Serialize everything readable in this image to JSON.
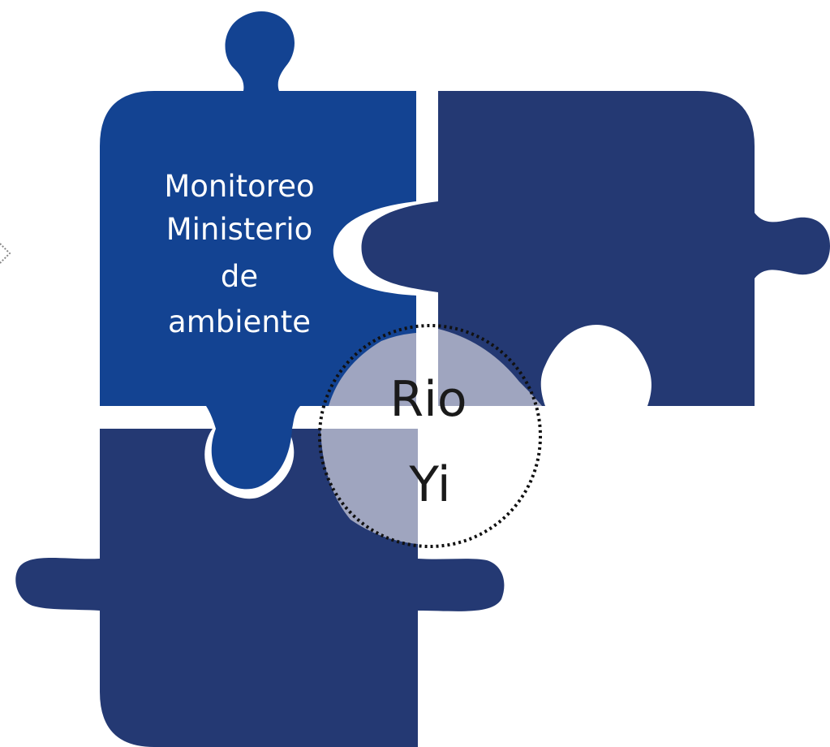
{
  "diagram": {
    "type": "puzzle",
    "pieces": [
      {
        "id": "top-left",
        "lines": [
          "Monitoreo",
          "Ministerio",
          "de",
          "ambiente"
        ]
      },
      {
        "id": "top-right",
        "lines": []
      },
      {
        "id": "bottom-left",
        "lines": []
      }
    ],
    "center": {
      "lines": [
        "Rio",
        "Yi"
      ]
    }
  },
  "colors": {
    "piece_top_left": "#134392",
    "piece_other": "#243973",
    "overlay": "#a6abc3",
    "outline": "#111111",
    "background": "#ffffff"
  }
}
